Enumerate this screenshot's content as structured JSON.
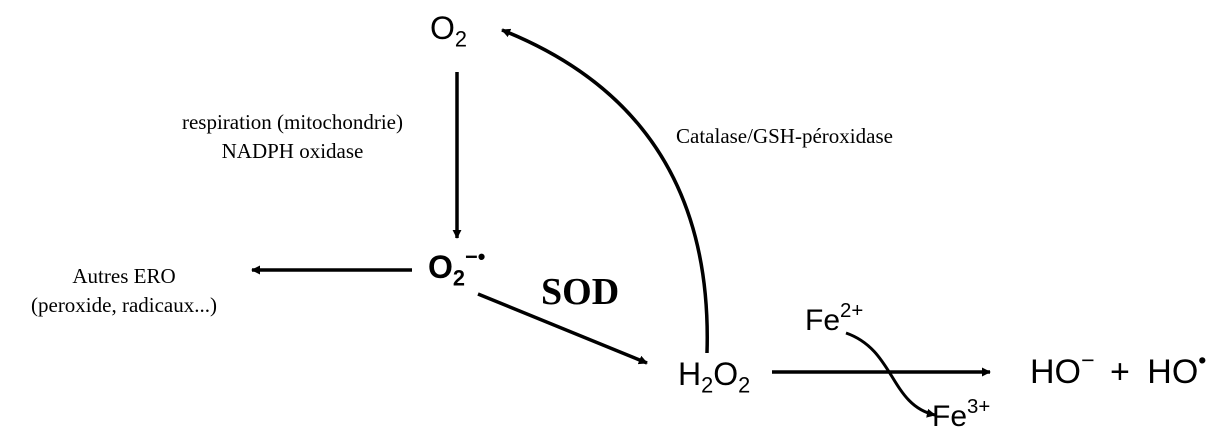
{
  "species": {
    "o2": {
      "base": "O",
      "sub": "2"
    },
    "superoxide": {
      "base": "O",
      "sub": "2",
      "sup": "−•"
    },
    "h2o2": {
      "h": "H",
      "h_sub": "2",
      "o": "O",
      "o_sub": "2"
    },
    "fe2": {
      "base": "Fe",
      "sup": "2+"
    },
    "fe3": {
      "base": "Fe",
      "sup": "3+"
    },
    "products": {
      "hydroxide": "HO",
      "hydroxide_charge": "−",
      "plus": "+",
      "radical": "HO",
      "radical_dot": "•"
    }
  },
  "labels": {
    "source_line1": "respiration (mitochondrie)",
    "source_line2": "NADPH oxidase",
    "other_line1": "Autres ERO",
    "other_line2": "(peroxide, radicaux...)",
    "enzyme_sod": "SOD",
    "enzyme_catalase": "Catalase/GSH-péroxidase"
  },
  "colors": {
    "ink": "#000000",
    "background": "#ffffff"
  }
}
